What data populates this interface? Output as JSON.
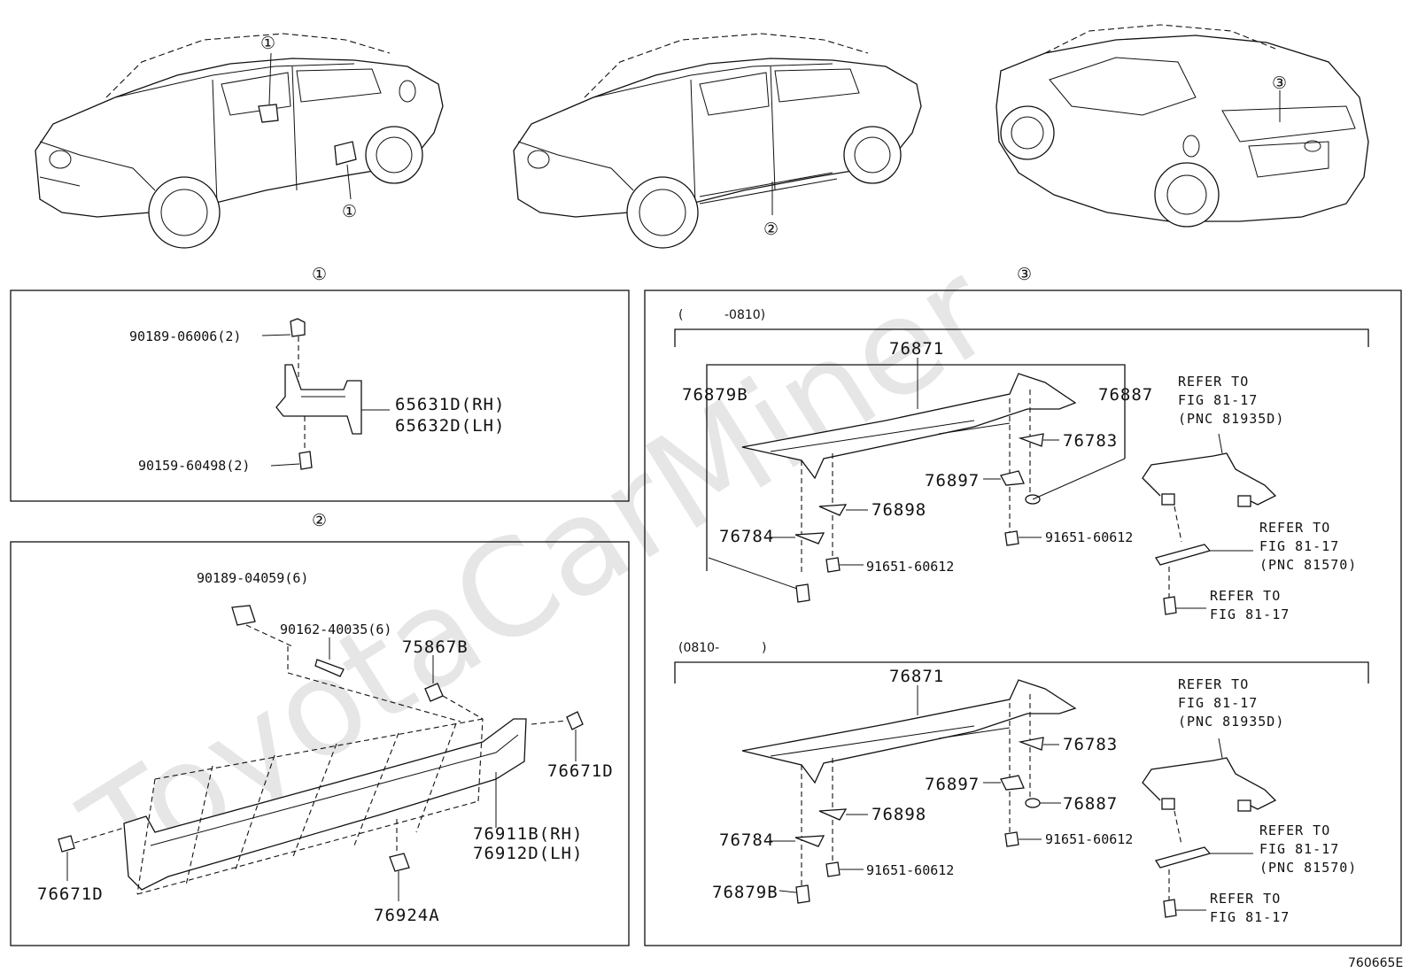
{
  "watermark": "ToyotaCarMiner",
  "diagram_code": "760665E",
  "callouts": {
    "one": "①",
    "two": "②",
    "three": "③"
  },
  "section1": {
    "marker": "①",
    "parts": {
      "p90189_06006": "90189-06006(2)",
      "p65631D": "65631D(RH)",
      "p65632D": "65632D(LH)",
      "p90159_60498": "90159-60498(2)"
    }
  },
  "section2": {
    "marker": "②",
    "parts": {
      "p90189_04059": "90189-04059(6)",
      "p90162_40035": "90162-40035(6)",
      "p75867B": "75867B",
      "p76671D_right": "76671D",
      "p76911B": "76911B(RH)",
      "p76912D": "76912D(LH)",
      "p76671D_left": "76671D",
      "p76924A": "76924A"
    }
  },
  "section3": {
    "marker": "③",
    "upper": {
      "range_open": "(",
      "range_end": "-0810)",
      "parts": {
        "p76871": "76871",
        "p76879B": "76879B",
        "p76887": "76887",
        "p76783": "76783",
        "p76897": "76897",
        "p76898": "76898",
        "p76784": "76784",
        "p91651_a": "91651-60612",
        "p91651_b": "91651-60612"
      },
      "refer1": [
        "REFER TO",
        "FIG 81-17",
        "(PNC 81935D)"
      ],
      "refer2": [
        "REFER TO",
        "FIG 81-17",
        "(PNC 81570)"
      ],
      "refer3": [
        "REFER TO",
        "FIG 81-17"
      ]
    },
    "lower": {
      "range_start": "(0810-",
      "range_close": ")",
      "parts": {
        "p76871": "76871",
        "p76783": "76783",
        "p76897": "76897",
        "p76887": "76887",
        "p76898": "76898",
        "p76784": "76784",
        "p91651_a": "91651-60612",
        "p91651_b": "91651-60612",
        "p76879B": "76879B"
      },
      "refer1": [
        "REFER TO",
        "FIG 81-17",
        "(PNC 81935D)"
      ],
      "refer2": [
        "REFER TO",
        "FIG 81-17",
        "(PNC 81570)"
      ],
      "refer3": [
        "REFER TO",
        "FIG 81-17"
      ]
    }
  }
}
